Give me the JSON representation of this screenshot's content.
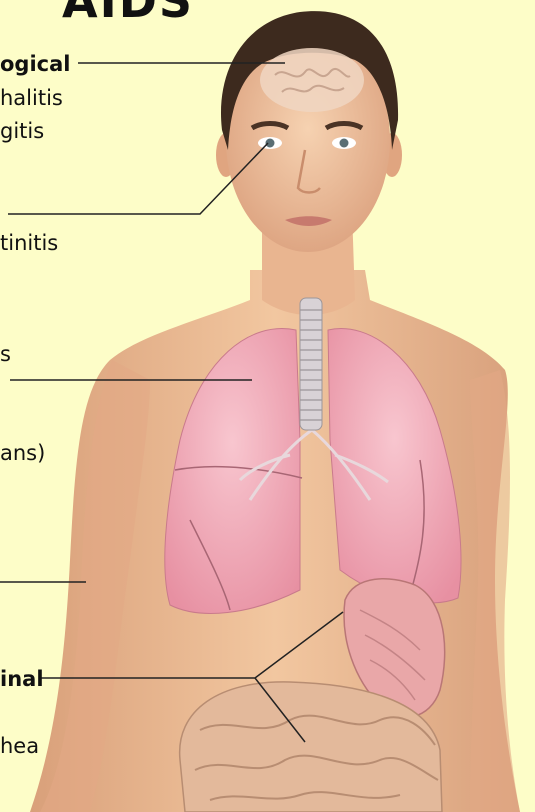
{
  "title": "AIDS",
  "labels": {
    "neuro_heading": "ogical",
    "neuro_1": "halitis",
    "neuro_2": "gitis",
    "eye": "tinitis",
    "lungs_1": "s",
    "lungs_2": "ans)",
    "gi_heading": "inal",
    "gi_1": "hea"
  },
  "colors": {
    "background": "#fdfdc8",
    "skin": "#f0c39a",
    "lung": "#f0a8b4",
    "text": "#111111"
  }
}
